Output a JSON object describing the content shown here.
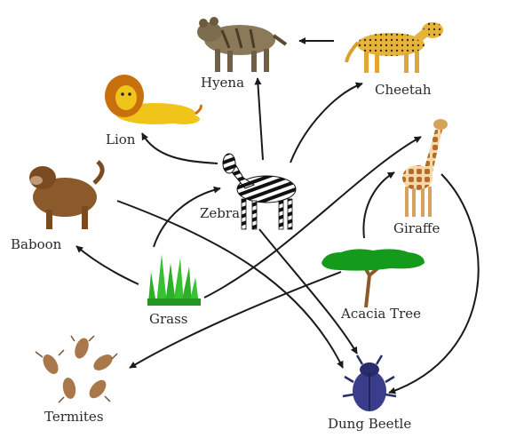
{
  "diagram": {
    "organisms": {
      "hyena": "Hyena",
      "cheetah": "Cheetah",
      "lion": "Lion",
      "zebra": "Zebra",
      "giraffe": "Giraffe",
      "baboon": "Baboon",
      "grass": "Grass",
      "acacia_tree": "Acacia Tree",
      "termites": "Termites",
      "dung_beetle": "Dung Beetle"
    },
    "icons": [
      "hyena-icon",
      "cheetah-icon",
      "lion-icon",
      "zebra-icon",
      "giraffe-icon",
      "baboon-icon",
      "grass-icon",
      "acacia-tree-icon",
      "termites-icon",
      "dung-beetle-icon"
    ],
    "colors": {
      "arrow": "#1a1a1a",
      "grass": "#2fae2a",
      "tree_canopy": "#159b1b",
      "beetle": "#3a3d8c",
      "lion_mane": "#c8700e",
      "lion_body": "#f1c41a",
      "giraffe": "#d7a25c",
      "baboon": "#8b5a2b",
      "hyena": "#8a7a5a",
      "termite": "#a8784a"
    }
  }
}
